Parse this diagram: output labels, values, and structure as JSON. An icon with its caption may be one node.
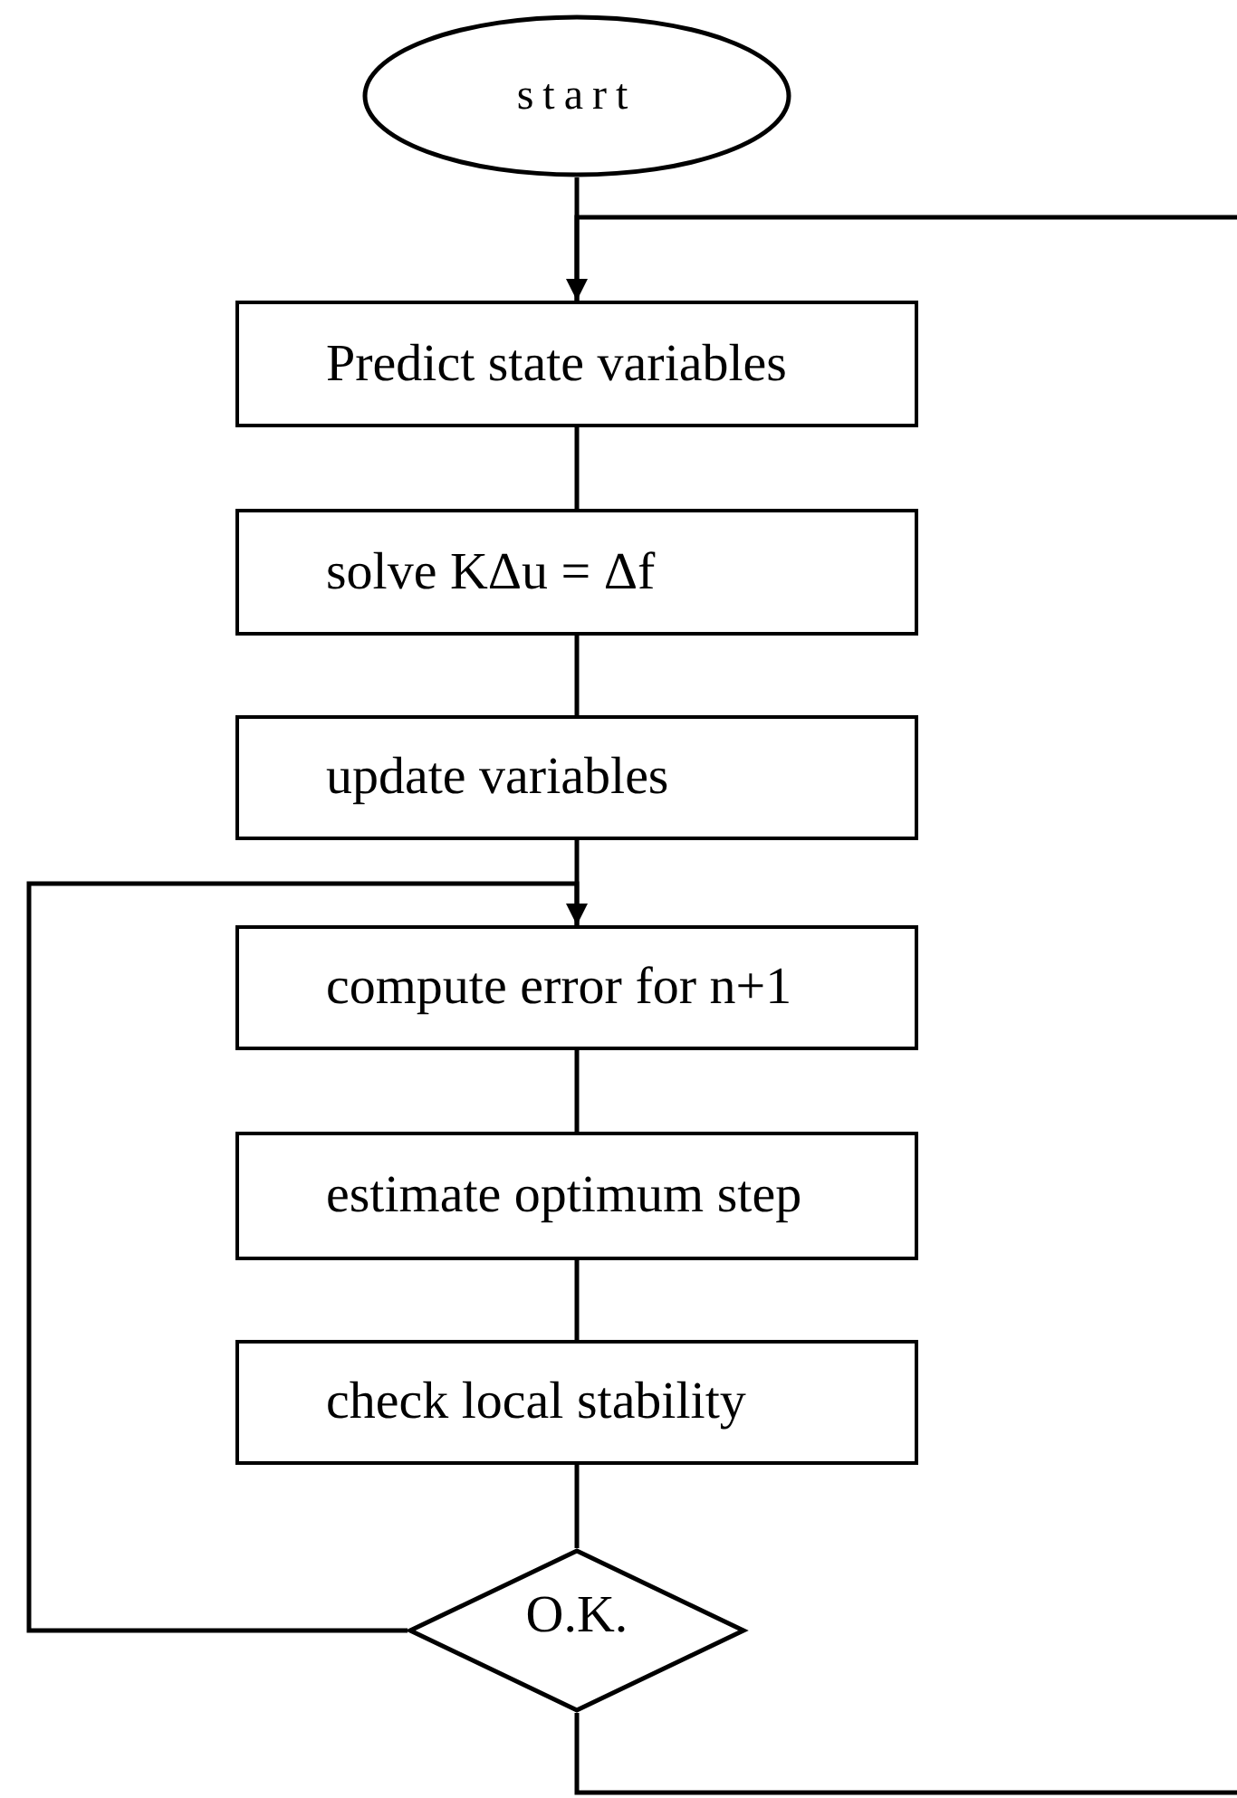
{
  "diagram": {
    "nodes": [
      {
        "text": [
          "start"
        ]
      },
      {
        "text": [
          "Predict state variables"
        ]
      },
      {
        "text": [
          "solve KΔu = Δf"
        ]
      },
      {
        "text": [
          "update variables"
        ]
      },
      {
        "text": [
          "compute error for n+1"
        ]
      },
      {
        "text": [
          "estimate optimum step"
        ]
      },
      {
        "text": [
          "check local stability"
        ]
      },
      {
        "text": [
          "O.K."
        ]
      }
    ],
    "edges": [
      {
        "from": 0,
        "to": 1,
        "arrow": "none"
      },
      {
        "from": 1,
        "to": 2,
        "arrow": "none"
      },
      {
        "from": 2,
        "to": 3,
        "arrow": "none"
      },
      {
        "from": 3,
        "to": 4,
        "arrow": "none"
      },
      {
        "from": 4,
        "to": 5,
        "arrow": "none"
      },
      {
        "from": 5,
        "to": 6,
        "arrow": "none"
      },
      {
        "from": 6,
        "to": 7,
        "arrow": "none"
      },
      {
        "from": 7,
        "to": 4,
        "arrow": "to"
      },
      {
        "from": 7,
        "to": null,
        "arrow": "none"
      },
      {
        "from": null,
        "to": 1,
        "arrow": "to"
      }
    ]
  }
}
